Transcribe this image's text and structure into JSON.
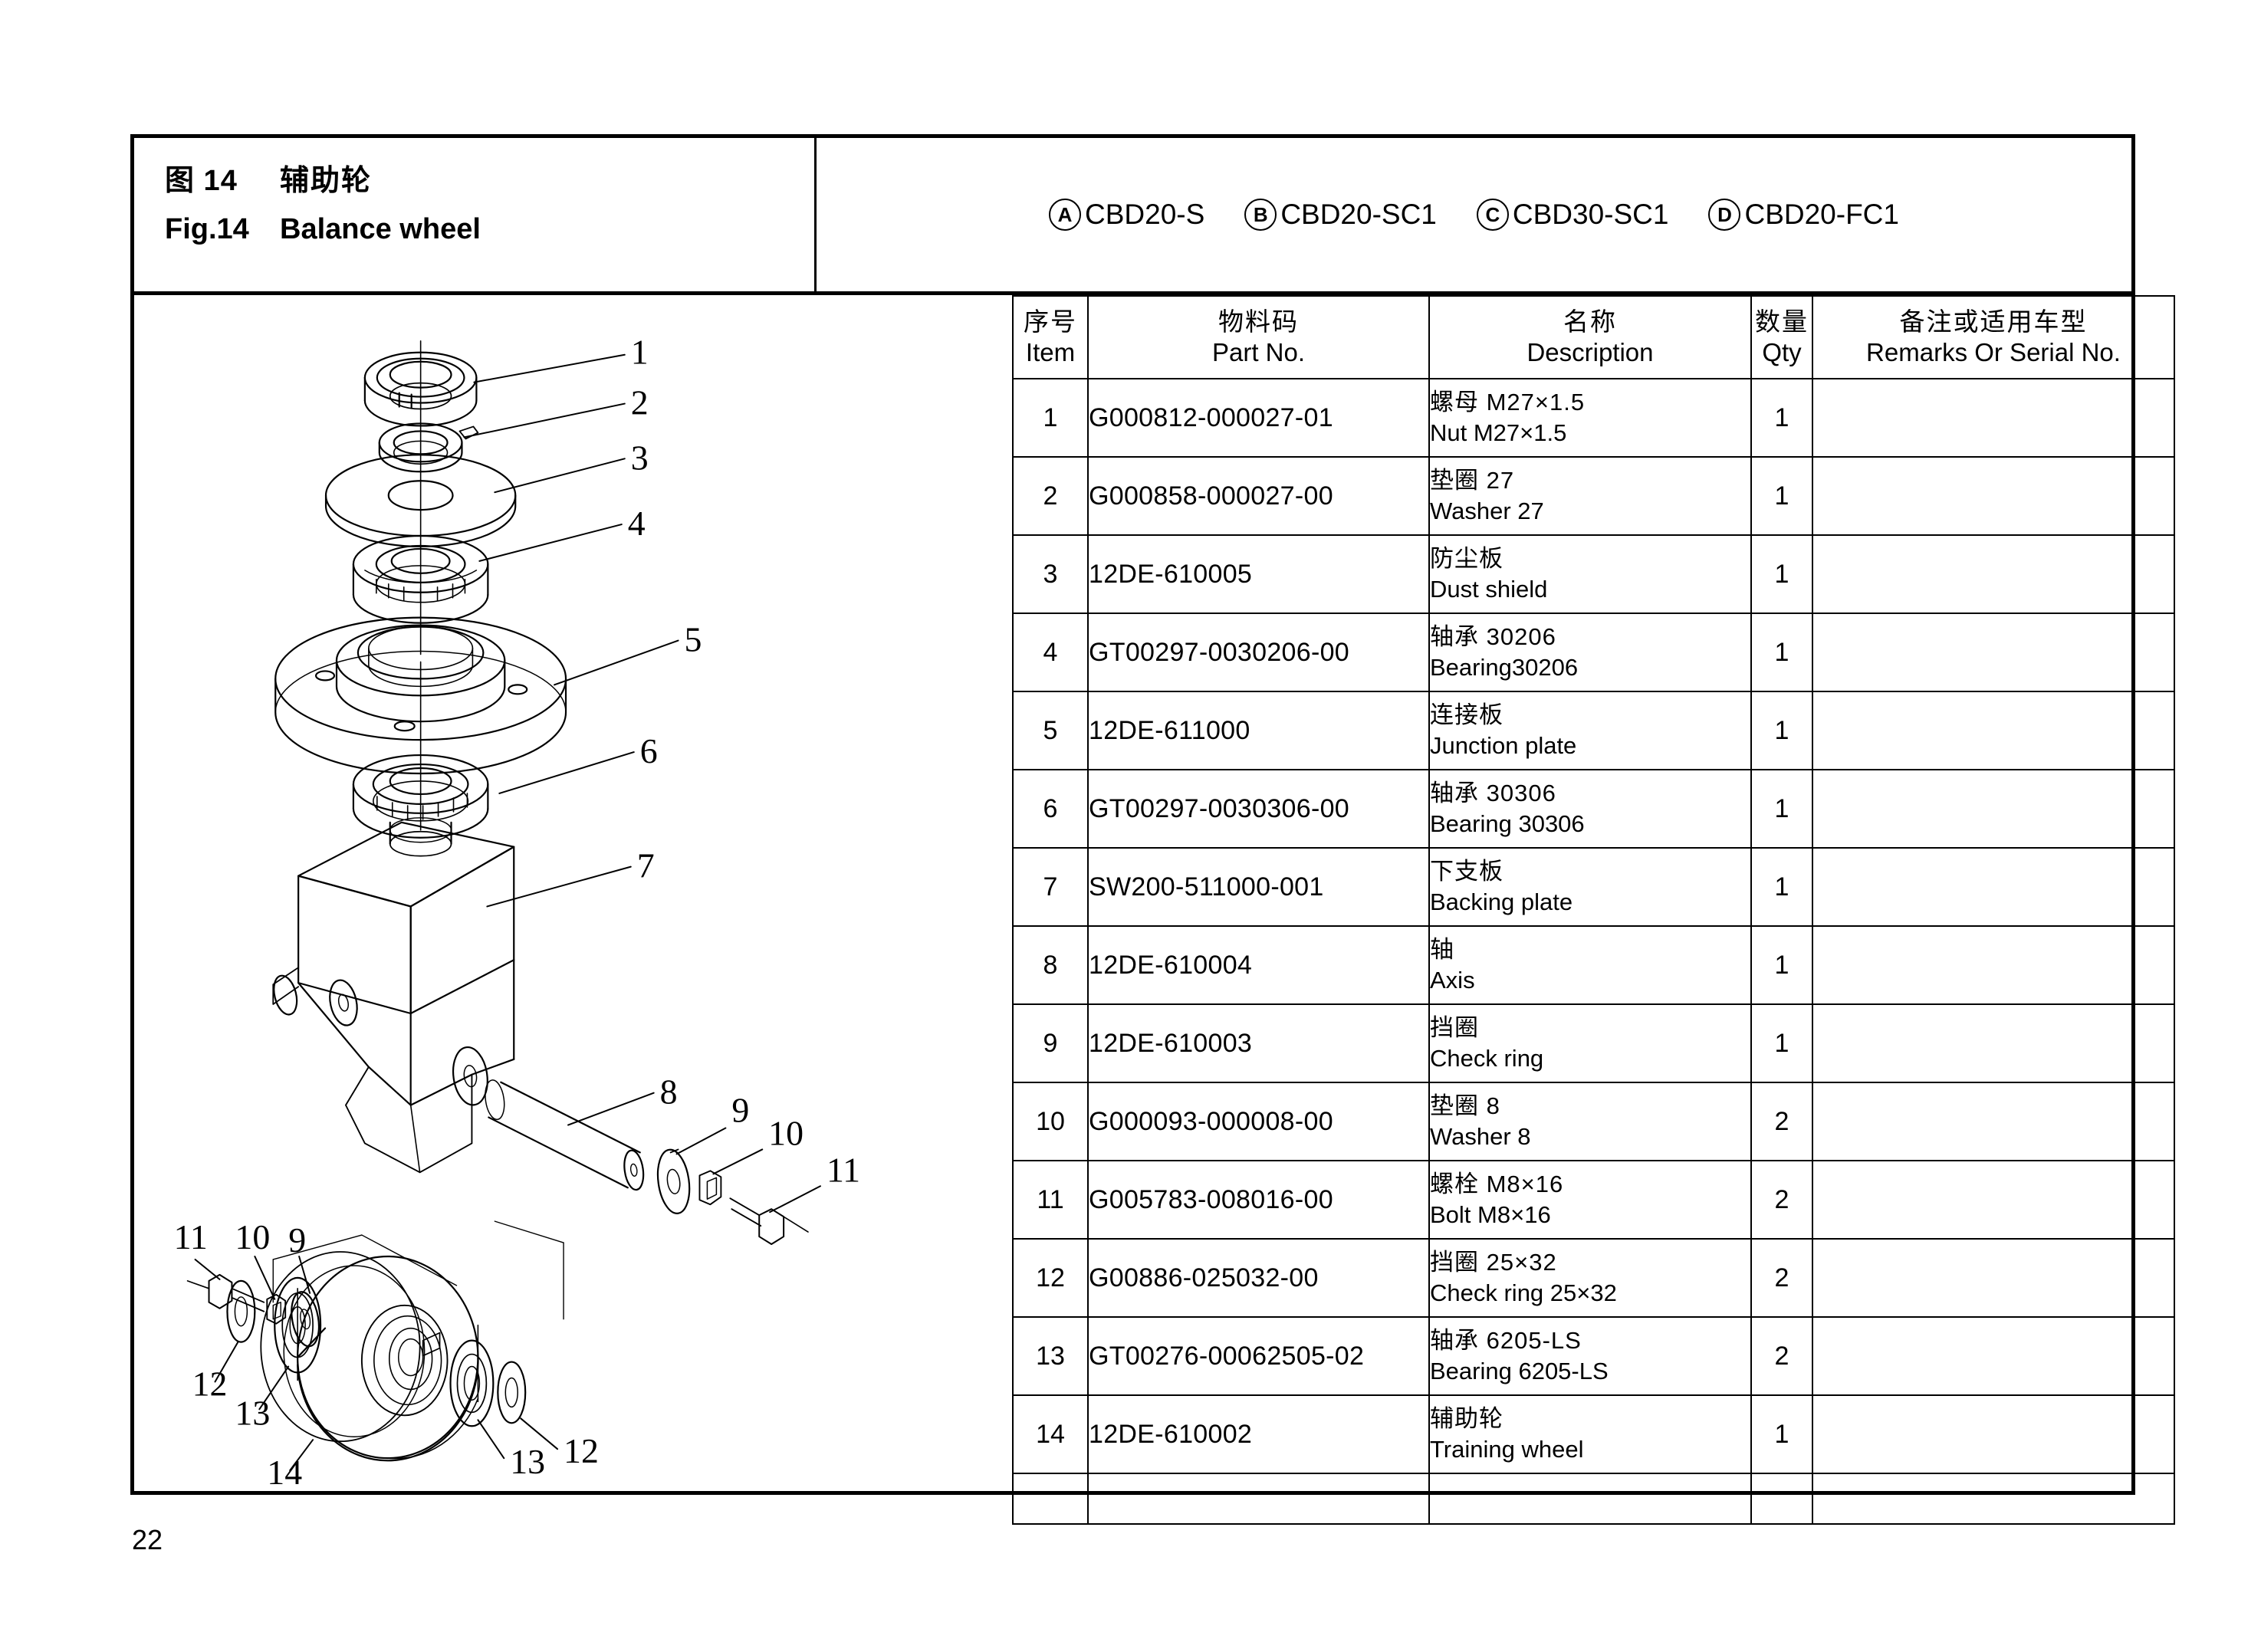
{
  "page": {
    "number": "22"
  },
  "title": {
    "cn_fig_label": "图 14",
    "cn_name": "辅助轮",
    "en_fig_label": "Fig.14",
    "en_name": "Balance wheel"
  },
  "models": [
    {
      "marker": "A",
      "code": "CBD20-S"
    },
    {
      "marker": "B",
      "code": "CBD20-SC1"
    },
    {
      "marker": "C",
      "code": "CBD30-SC1"
    },
    {
      "marker": "D",
      "code": "CBD20-FC1"
    }
  ],
  "table": {
    "headers": [
      {
        "cn": "序号",
        "en": "Item"
      },
      {
        "cn": "物料码",
        "en": "Part No."
      },
      {
        "cn": "名称",
        "en": "Description"
      },
      {
        "cn": "数量",
        "en": "Qty"
      },
      {
        "cn": "备注或适用车型",
        "en": "Remarks Or Serial No."
      }
    ],
    "rows": [
      {
        "item": "1",
        "part_no": "G000812-000027-01",
        "desc_cn": "螺母 M27×1.5",
        "desc_en": "Nut M27×1.5",
        "qty": "1",
        "remarks": ""
      },
      {
        "item": "2",
        "part_no": "G000858-000027-00",
        "desc_cn": "垫圈 27",
        "desc_en": "Washer 27",
        "qty": "1",
        "remarks": ""
      },
      {
        "item": "3",
        "part_no": "12DE-610005",
        "desc_cn": "防尘板",
        "desc_en": "Dust shield",
        "qty": "1",
        "remarks": ""
      },
      {
        "item": "4",
        "part_no": "GT00297-0030206-00",
        "desc_cn": "轴承 30206",
        "desc_en": "Bearing30206",
        "qty": "1",
        "remarks": ""
      },
      {
        "item": "5",
        "part_no": "12DE-611000",
        "desc_cn": "连接板",
        "desc_en": "Junction plate",
        "qty": "1",
        "remarks": ""
      },
      {
        "item": "6",
        "part_no": "GT00297-0030306-00",
        "desc_cn": "轴承 30306",
        "desc_en": "Bearing 30306",
        "qty": "1",
        "remarks": ""
      },
      {
        "item": "7",
        "part_no": "SW200-511000-001",
        "desc_cn": "下支板",
        "desc_en": "Backing plate",
        "qty": "1",
        "remarks": ""
      },
      {
        "item": "8",
        "part_no": "12DE-610004",
        "desc_cn": "轴",
        "desc_en": "Axis",
        "qty": "1",
        "remarks": ""
      },
      {
        "item": "9",
        "part_no": "12DE-610003",
        "desc_cn": "挡圈",
        "desc_en": "Check ring",
        "qty": "1",
        "remarks": ""
      },
      {
        "item": "10",
        "part_no": "G000093-000008-00",
        "desc_cn": "垫圈 8",
        "desc_en": "Washer 8",
        "qty": "2",
        "remarks": ""
      },
      {
        "item": "11",
        "part_no": "G005783-008016-00",
        "desc_cn": "螺栓 M8×16",
        "desc_en": "Bolt M8×16",
        "qty": "2",
        "remarks": ""
      },
      {
        "item": "12",
        "part_no": "G00886-025032-00",
        "desc_cn": "挡圈 25×32",
        "desc_en": "Check ring 25×32",
        "qty": "2",
        "remarks": ""
      },
      {
        "item": "13",
        "part_no": "GT00276-00062505-02",
        "desc_cn": "轴承 6205-LS",
        "desc_en": "Bearing 6205-LS",
        "qty": "2",
        "remarks": ""
      },
      {
        "item": "14",
        "part_no": "12DE-610002",
        "desc_cn": "辅助轮",
        "desc_en": "Training wheel",
        "qty": "1",
        "remarks": ""
      }
    ]
  },
  "drawing": {
    "callouts": [
      {
        "id": "c1",
        "label": "1"
      },
      {
        "id": "c2",
        "label": "2"
      },
      {
        "id": "c3",
        "label": "3"
      },
      {
        "id": "c4",
        "label": "4"
      },
      {
        "id": "c5",
        "label": "5"
      },
      {
        "id": "c6",
        "label": "6"
      },
      {
        "id": "c7",
        "label": "7"
      },
      {
        "id": "c8",
        "label": "8"
      },
      {
        "id": "c9L",
        "label": "9"
      },
      {
        "id": "c10L",
        "label": "10"
      },
      {
        "id": "c11L",
        "label": "11"
      },
      {
        "id": "c9R",
        "label": "9"
      },
      {
        "id": "c10R",
        "label": "10"
      },
      {
        "id": "c11R",
        "label": "11"
      },
      {
        "id": "c12L",
        "label": "12"
      },
      {
        "id": "c13L",
        "label": "13"
      },
      {
        "id": "c14",
        "label": "14"
      },
      {
        "id": "c13R",
        "label": "13"
      },
      {
        "id": "c12R",
        "label": "12"
      }
    ]
  }
}
